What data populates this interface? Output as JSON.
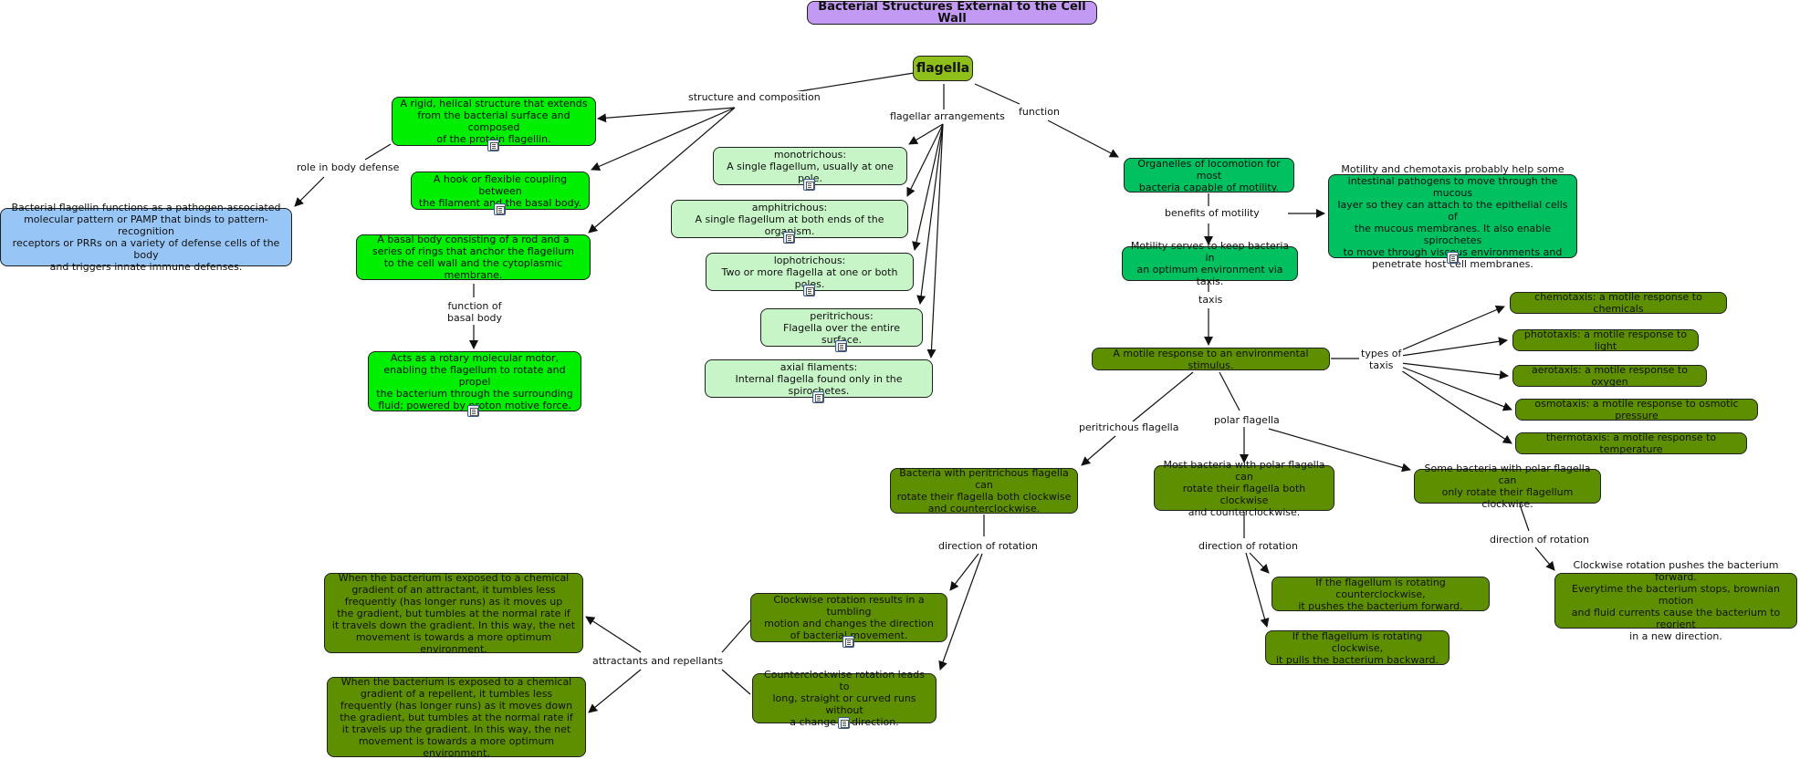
{
  "title": "Bacterial Structures External to the Cell Wall",
  "colors": {
    "title": "#c29af3",
    "flagella": "#8fbf1a",
    "bright_green": "#00ee00",
    "light_green": "#c8f5c8",
    "medium_green": "#00c060",
    "olive": "#5e8f00",
    "blue": "#97c5f5"
  },
  "nodes": {
    "flagella": "flagella",
    "helical": "A rigid, helical structure that extends\nfrom the bacterial surface and composed\nof the protein flagellin.",
    "hook": "A hook or flexible coupling between\nthe filament and the basal body.",
    "basal": "A basal body consisting of a rod and a\nseries of rings that anchor the flagellum\nto the cell wall and the cytoplasmic membrane.",
    "defense": "Bacterial flagellin functions as a pathogen-associated\nmolecular pattern or PAMP that binds to pattern-recognition\nreceptors or PRRs on a variety of defense cells of the body\nand triggers innate immune defenses.",
    "motor": "Acts as a rotary molecular motor,\nenabling the flagellum to rotate and propel\nthe bacterium through the surrounding\nfluid; powered by proton motive force.",
    "monotrichous": "monotrichous:\nA single flagellum, usually at one pole.",
    "amphitrichous": "amphitrichous:\nA single flagellum at both ends of the organism.",
    "lophotrichous": "lophotrichous:\nTwo or more flagella at one or both poles.",
    "peritrichous": "peritrichous:\nFlagella over the entire surface.",
    "axial": "axial filaments:\nInternal flagella found only in the spirochetes.",
    "organelles": "Organelles of locomotion for most\nbacteria capable of motility.",
    "pathogens": "Motility and chemotaxis probably help some\nintestinal pathogens to move through the mucous\nlayer so they can attach to the epithelial cells of\nthe mucous membranes. It also enable spirochetes\nto move through viscous environments and\npenetrate host cell membranes.",
    "optimum": "Motility serves to keep bacteria in\nan optimum environment via taxis.",
    "taxis_def": "A motile response to an environmental stimulus.",
    "chemotaxis": "chemotaxis: a motile response to chemicals",
    "phototaxis": "phototaxis: a motile response to light",
    "aerotaxis": "aerotaxis: a motile response to oxygen",
    "osmotaxis": "osmotaxis: a motile response to osmotic pressure",
    "thermotaxis": "thermotaxis: a motile response to temperature",
    "peri_rotate": "Bacteria with peritrichous flagella can\nrotate their flagella both clockwise\nand counterclockwise.",
    "most_polar": "Most bacteria with polar flagella can\nrotate their flagella both clockwise\nand counterclockwise.",
    "some_polar": "Some bacteria with polar flagella can\nonly rotate their flagellum clockwise.",
    "clockwise_tumble": "Clockwise rotation results in a tumbling\nmotion and changes the direction\nof bacterial movement.",
    "ccw_runs": "Counterclockwise rotation leads to\nlong, straight or curved runs without\na change in direction.",
    "attractant": "When the bacterium is exposed to a chemical\ngradient of an attractant, it tumbles less\nfrequently (has longer runs) as it moves up\nthe gradient, but tumbles at the normal rate if\nit travels down the gradient. In this way, the net\nmovement is towards a more optimum environment.",
    "repellent": "When the bacterium is exposed to a chemical\ngradient of a repellent, it tumbles less\nfrequently (has longer runs) as it moves down\nthe gradient, but tumbles at the normal rate if\nit travels up the gradient. In this way, the net\nmovement is towards a more optimum environment.",
    "ccw_push": "If the flagellum is rotating counterclockwise,\nit pushes the bacterium forward.",
    "cw_pull": "If the flagellum is rotating clockwise,\nit pulls the bacterium backward.",
    "cw_forward": "Clockwise rotation pushes the bacterium forward.\nEverytime the bacterium stops, brownian motion\nand fluid currents cause the bacterium to reorient\nin a new direction."
  },
  "link_labels": {
    "structure": "structure and composition",
    "arrangements": "flagellar arrangements",
    "function": "function",
    "body_defense": "role in body defense",
    "basal_function": "function of\nbasal body",
    "benefits": "benefits of motility",
    "taxis": "taxis",
    "types_taxis": "types of\ntaxis",
    "peri_flagella": "peritrichous flagella",
    "polar_flagella": "polar flagella",
    "dir_rot_1": "direction of rotation",
    "dir_rot_2": "direction of rotation",
    "dir_rot_3": "direction of rotation",
    "attract_repel": "attractants and repellants"
  }
}
